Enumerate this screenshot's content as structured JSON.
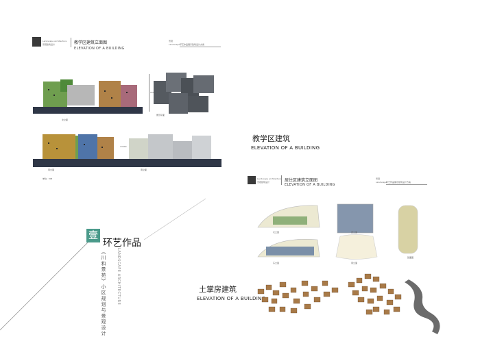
{
  "header_a": {
    "brand_lines": [
      "Landscape architecture",
      "景观建筑设计"
    ],
    "title": "教学区建筑立面图",
    "subtitle": "ELEVATION OF A BUILDING",
    "side_number": "景观",
    "side_label": "Landscape",
    "side_note": "环艺作品展示建筑设计方案"
  },
  "header_b": {
    "brand_lines": [
      "Landscape architecture",
      "景观建筑设计"
    ],
    "title": "居住区建筑立面图",
    "subtitle": "ELEVATION OF A BUILDING",
    "side_number": "景观",
    "side_label": "Landscape",
    "side_note": "环艺作品展示建筑设计方案"
  },
  "section_teaching": {
    "title": "教学区建筑",
    "subtitle": "ELEVATION OF A BUILDING"
  },
  "section_earth": {
    "title": "土掌房建筑",
    "subtitle": "ELEVATION OF A BUILDING"
  },
  "labels": {
    "elev1": "北立面",
    "elev2": "南立面",
    "plan1": "屋顶平面",
    "dim1": "25000",
    "dim2": "13000",
    "scale": "单位：MM",
    "r1": "北立面",
    "r2": "西立面",
    "r3": "东立面",
    "r4": "南立面",
    "r5": "剖面图"
  },
  "works": {
    "badge": "壹",
    "title": "环艺作品",
    "en_vertical": "LANDSCAPE ARCHITECTURE",
    "cn_vertical": "《川和景苑》小区规划与景观设计"
  },
  "colors": {
    "ground": "#2f3747",
    "badge": "#4a9a8a",
    "facade_green": "#6f9e4f",
    "facade_brown": "#b08248",
    "facade_blue": "#4f74a8",
    "roof_gray": "#555a60"
  }
}
